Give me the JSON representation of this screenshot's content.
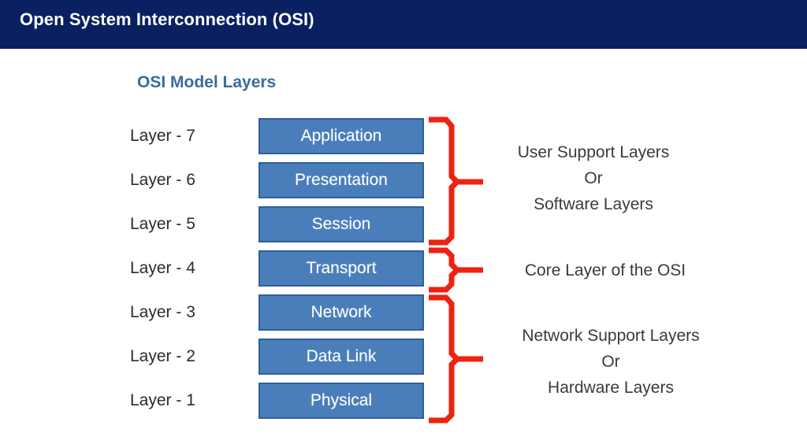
{
  "header": {
    "title": "Open System Interconnection (OSI)",
    "bg_color": "#0a2060",
    "text_color": "#ffffff"
  },
  "subtitle": {
    "text": "OSI Model Layers",
    "color": "#3a6ba0"
  },
  "colors": {
    "box_fill": "#4a7ebb",
    "box_border": "#2f5f96",
    "box_text": "#ffffff",
    "label_text": "#2b2b2b",
    "brace": "#ee2211",
    "note_text": "#3a3a3a",
    "page_bg": "#ffffff"
  },
  "layers": [
    {
      "label": "Layer - 7",
      "name": "Application",
      "number": 7
    },
    {
      "label": "Layer - 6",
      "name": "Presentation",
      "number": 6
    },
    {
      "label": "Layer - 5",
      "name": "Session",
      "number": 5
    },
    {
      "label": "Layer - 4",
      "name": "Transport",
      "number": 4
    },
    {
      "label": "Layer - 3",
      "name": "Network",
      "number": 3
    },
    {
      "label": "Layer - 2",
      "name": "Data Link",
      "number": 2
    },
    {
      "label": "Layer - 1",
      "name": "Physical",
      "number": 1
    }
  ],
  "groups": [
    {
      "id": "user-support",
      "lines": [
        "User Support Layers",
        "Or",
        "Software Layers"
      ],
      "spans_layers": [
        7,
        6,
        5
      ]
    },
    {
      "id": "core",
      "lines": [
        "Core Layer of the OSI"
      ],
      "spans_layers": [
        4
      ]
    },
    {
      "id": "network-support",
      "lines": [
        "Network Support Layers",
        "Or",
        "Hardware Layers"
      ],
      "spans_layers": [
        3,
        2,
        1
      ]
    }
  ]
}
